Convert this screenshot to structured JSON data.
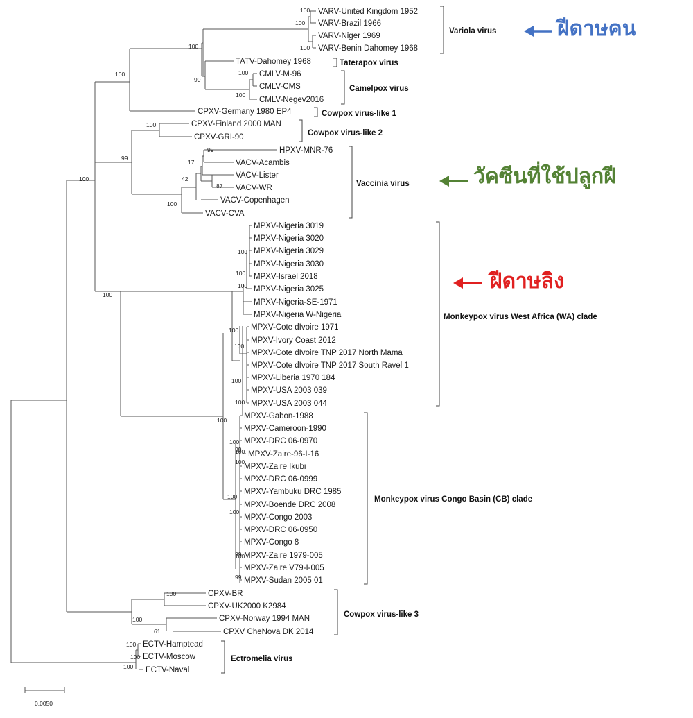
{
  "colors": {
    "branch": "#555555",
    "arrow_human": "#4472c4",
    "arrow_vaccine": "#548235",
    "arrow_monkey": "#e02020"
  },
  "taxa": [
    "VARV-United Kingdom 1952",
    "VARV-Brazil 1966",
    "VARV-Niger 1969",
    "VARV-Benin Dahomey 1968",
    "TATV-Dahomey 1968",
    "CMLV-M-96",
    "CMLV-CMS",
    "CMLV-Negev2016",
    "CPXV-Germany 1980 EP4",
    "CPXV-Finland 2000 MAN",
    "CPXV-GRI-90",
    "HPXV-MNR-76",
    "VACV-Acambis",
    "VACV-Lister",
    "VACV-WR",
    "VACV-Copenhagen",
    "VACV-CVA",
    "MPXV-Nigeria 3019",
    "MPXV-Nigeria 3020",
    "MPXV-Nigeria 3029",
    "MPXV-Nigeria 3030",
    "MPXV-Israel 2018",
    "MPXV-Nigeria 3025",
    "MPXV-Nigeria-SE-1971",
    "MPXV-Nigeria W-Nigeria",
    "MPXV-Cote dIvoire 1971",
    "MPXV-Ivory Coast 2012",
    "MPXV-Cote dIvoire TNP 2017 North Mama",
    "MPXV-Cote dIvoire TNP 2017 South Ravel 1",
    "MPXV-Liberia 1970 184",
    "MPXV-USA 2003 039",
    "MPXV-USA 2003 044",
    "MPXV-Gabon-1988",
    "MPXV-Cameroon-1990",
    "MPXV-DRC 06-0970",
    "MPXV-Zaire-96-I-16",
    "MPXV-Zaire Ikubi",
    "MPXV-DRC 06-0999",
    "MPXV-Yambuku DRC 1985",
    "MPXV-Boende DRC 2008",
    "MPXV-Congo 2003",
    "MPXV-DRC 06-0950",
    "MPXV-Congo 8",
    "MPXV-Zaire 1979-005",
    "MPXV-Zaire V79-I-005",
    "MPXV-Sudan 2005 01",
    "CPXV-BR",
    "CPXV-UK2000 K2984",
    "CPXV-Norway 1994 MAN",
    "CPXV CheNova DK 2014",
    "ECTV-Hamptead",
    "ECTV-Moscow",
    "ECTV-Naval"
  ],
  "clades": [
    "Variola virus",
    "Taterapox virus",
    "Camelpox virus",
    "Cowpox virus-like 1",
    "Cowpox virus-like 2",
    "Vaccinia virus",
    "Monkeypox virus West Africa (WA) clade",
    "Monkeypox virus Congo Basin (CB) clade",
    "Cowpox virus-like 3",
    "Ectromelia virus"
  ],
  "bootstraps": [
    "100",
    "100",
    "100",
    "100",
    "100",
    "90",
    "100",
    "100",
    "100",
    "100",
    "100",
    "99",
    "99",
    "17",
    "42",
    "87",
    "100",
    "100",
    "100",
    "100",
    "100",
    "100",
    "100",
    "100",
    "100",
    "100",
    "100",
    "100",
    "100",
    "100",
    "99",
    "100",
    "99",
    "99",
    "100",
    "100",
    "61",
    "100",
    "100",
    "100"
  ],
  "annotations": {
    "human": "ฝีดาษคน",
    "vaccine": "วัคซีนที่ใช้ปลูกฝี",
    "monkey": "ฝีดาษลิง"
  },
  "scale_label": "0.0050"
}
